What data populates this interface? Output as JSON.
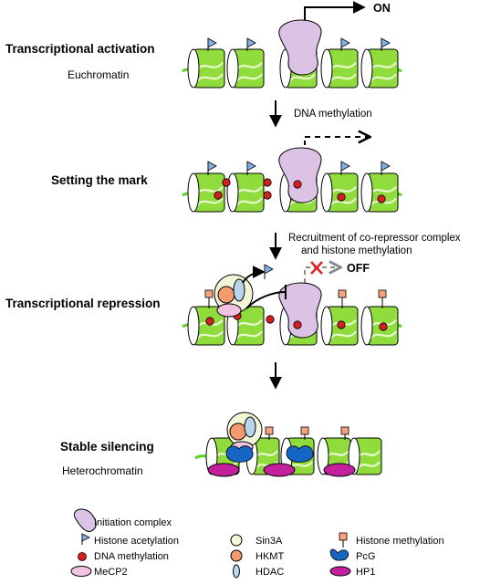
{
  "stages": [
    {
      "title": "Transcriptional activation",
      "subtitle": "Euchromatin"
    },
    {
      "title": "Setting the mark",
      "subtitle": ""
    },
    {
      "title": "Transcriptional repression",
      "subtitle": ""
    },
    {
      "title": "Stable silencing",
      "subtitle": "Heterochromatin"
    }
  ],
  "transitions": [
    {
      "label": "DNA methylation"
    },
    {
      "label_line1": "Recruitment of co-repressor complex",
      "label_line2": "and  histone methylation"
    },
    {
      "label": ""
    }
  ],
  "states": {
    "on": "ON",
    "off": "OFF"
  },
  "legend": [
    {
      "label": "Initiation complex"
    },
    {
      "label": "Histone acetylation"
    },
    {
      "label": "Sin3A"
    },
    {
      "label": "Histone methylation"
    },
    {
      "label": "DNA methylation"
    },
    {
      "label": "HKMT"
    },
    {
      "label": "PcG"
    },
    {
      "label": "MeCP2"
    },
    {
      "label": "HDAC"
    },
    {
      "label": "HP1"
    }
  ],
  "colors": {
    "nucleosome_green": "#8fdc3c",
    "dna_strand": "#5bd21e",
    "initiation_complex": "#dcc3e6",
    "acetylation_flag": "#7fb1e6",
    "methyl_dna": "#d42020",
    "mecp2": "#f3c2e2",
    "sin3a": "#f4f6d8",
    "hkmt": "#f39a6e",
    "hdac": "#b9d5ee",
    "histone_methyl": "#f5a27e",
    "pcg": "#1565c4",
    "hp1": "#c4209e",
    "cross": "#e02020",
    "dashed_gray": "#8a8a8a"
  },
  "icons": {
    "arrow": "down-arrow-icon",
    "flag": "flag-icon",
    "cross": "x-icon"
  }
}
